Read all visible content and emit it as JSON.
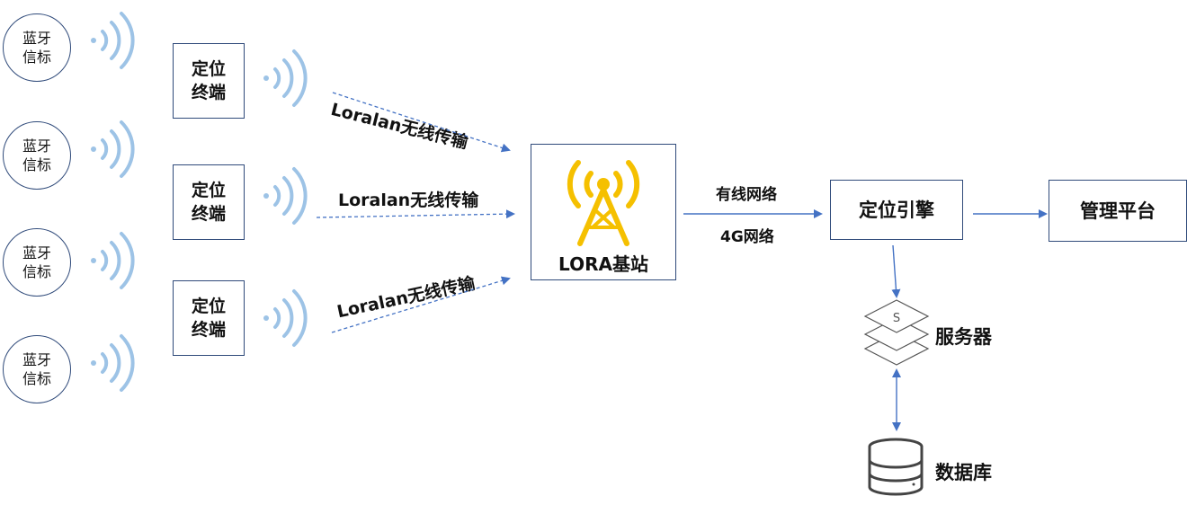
{
  "beacons": [
    {
      "line1": "蓝牙",
      "line2": "信标"
    },
    {
      "line1": "蓝牙",
      "line2": "信标"
    },
    {
      "line1": "蓝牙",
      "line2": "信标"
    },
    {
      "line1": "蓝牙",
      "line2": "信标"
    }
  ],
  "terminals": [
    {
      "line1": "定位",
      "line2": "终端"
    },
    {
      "line1": "定位",
      "line2": "终端"
    },
    {
      "line1": "定位",
      "line2": "终端"
    }
  ],
  "links": [
    "Loralan无线传输",
    "Loralan无线传输",
    "Loralan无线传输"
  ],
  "base_station": {
    "label": "LORA基站",
    "icon": "antenna-tower-icon",
    "color": "#f5c000"
  },
  "network": {
    "wired": "有线网络",
    "mobile": "4G网络"
  },
  "engine": {
    "label": "定位引擎"
  },
  "platform": {
    "label": "管理平台"
  },
  "server": {
    "label": "服务器",
    "icon": "server-stack-icon",
    "glyph": "S"
  },
  "database": {
    "label": "数据库",
    "icon": "database-icon"
  },
  "colors": {
    "wave": "#9dc3e6",
    "arrow": "#4472c4",
    "border": "#2f4a7a"
  }
}
